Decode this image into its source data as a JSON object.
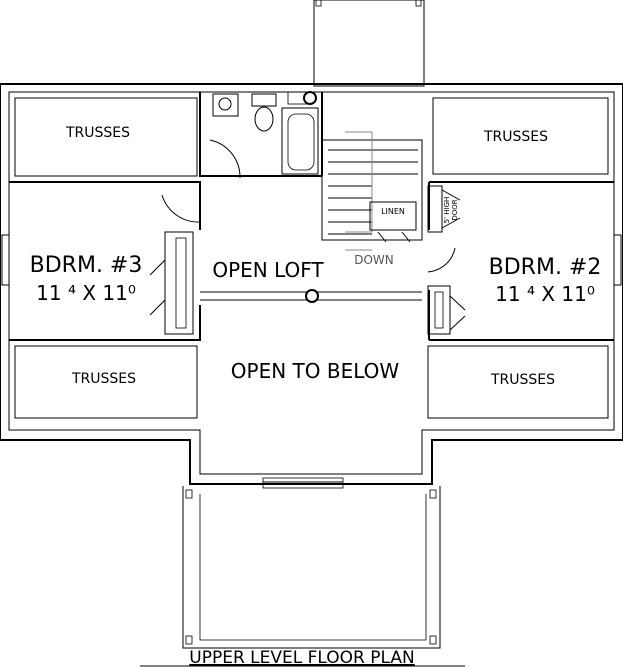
{
  "rooms": {
    "trusses_tl": "TRUSSES",
    "trusses_tr": "TRUSSES",
    "trusses_bl": "TRUSSES",
    "trusses_br": "TRUSSES",
    "bedroom3_name": "BDRM. #3",
    "bedroom3_dims": "11 ⁴ X 11⁰",
    "bedroom2_name": "BDRM. #2",
    "bedroom2_dims": "11 ⁴ X 11⁰",
    "open_loft": "OPEN LOFT",
    "open_to_below": "OPEN TO BELOW",
    "linen": "LINEN",
    "down": "DOWN",
    "high_door_line1": "5' HIGH",
    "high_door_line2": "DOOR"
  },
  "title": "UPPER LEVEL FLOOR PLAN"
}
